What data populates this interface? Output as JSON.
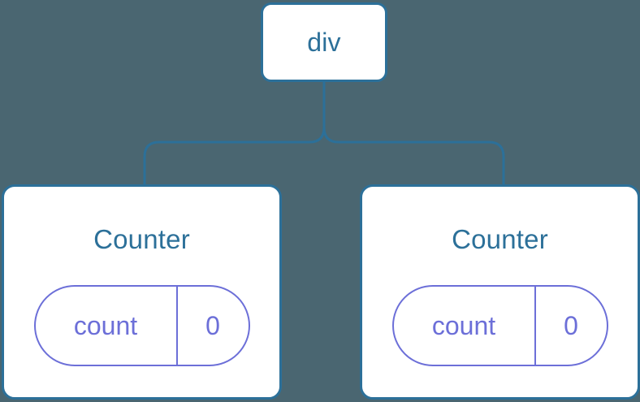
{
  "diagram": {
    "type": "component-tree",
    "background_color": "#4a6671",
    "node_border_color": "#2c7099",
    "node_text_color": "#2c7099",
    "state_color": "#6c6fd8",
    "connector_color": "#2c7099",
    "root": {
      "label": "div"
    },
    "children": [
      {
        "label": "Counter",
        "state": {
          "key": "count",
          "value": "0"
        }
      },
      {
        "label": "Counter",
        "state": {
          "key": "count",
          "value": "0"
        }
      }
    ]
  }
}
